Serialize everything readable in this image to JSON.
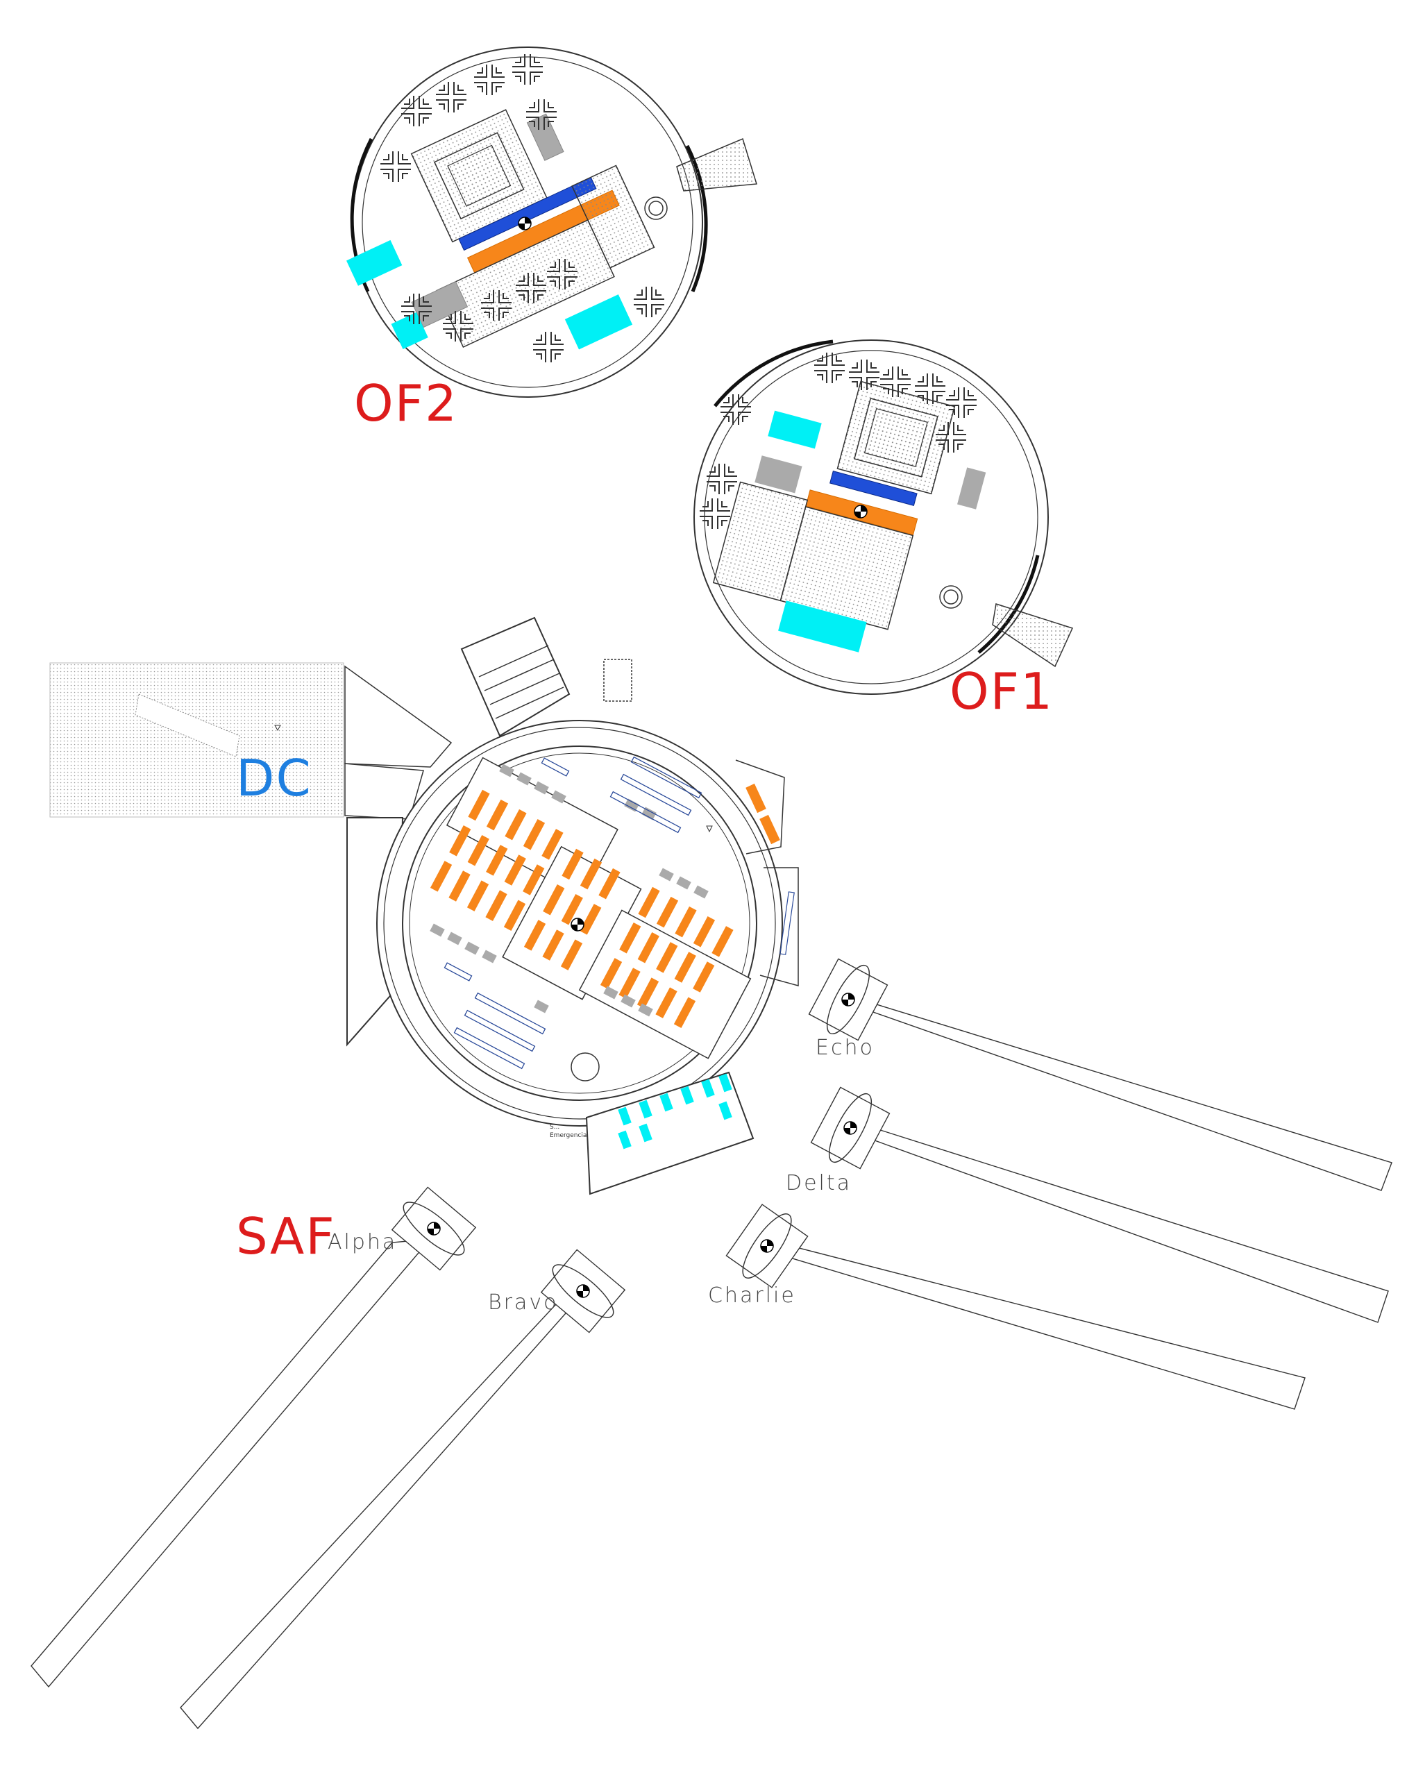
{
  "colors": {
    "label_red": "#dd1c1c",
    "label_blue": "#1e7fe0",
    "orange": "#f7861a",
    "blue": "#1f4fd8",
    "cyan": "#00f0f5",
    "gray": "#aaaaaa",
    "line": "#333333",
    "outline_blue": "#2a4a9a"
  },
  "facilities": {
    "of2": {
      "label": "OF2"
    },
    "of1": {
      "label": "OF1"
    },
    "dc": {
      "label": "DC"
    },
    "saf": {
      "label": "SAF"
    }
  },
  "antennas": [
    {
      "label": "Alpha"
    },
    {
      "label": "Bravo"
    },
    {
      "label": "Charlie"
    },
    {
      "label": "Delta"
    },
    {
      "label": "Echo"
    }
  ],
  "annotations": {
    "exit_line1": "S...",
    "exit_line2": "Emergencia"
  },
  "icons": {
    "center_marker": "center-target-icon",
    "level_marker": "level-triangle-icon"
  }
}
